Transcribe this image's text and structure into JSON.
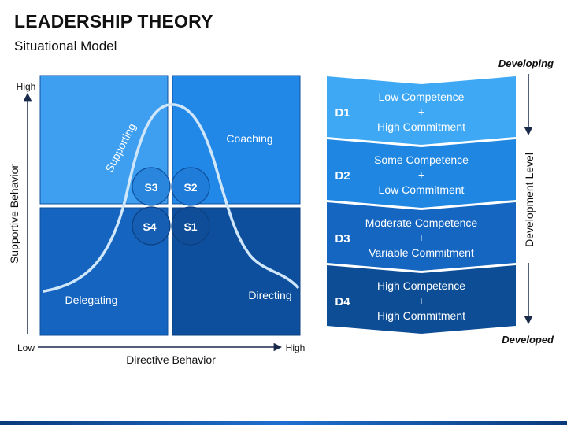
{
  "header": {
    "title": "LEADERSHIP THEORY",
    "subtitle": "Situational Model"
  },
  "matrix": {
    "y_axis_label": "Supportive Behavior",
    "y_high": "High",
    "x_axis_label": "Directive Behavior",
    "x_low": "Low",
    "x_high": "High",
    "curve_label": "Supporting",
    "quadrants": {
      "coaching": "Coaching",
      "delegating": "Delegating",
      "directing": "Directing"
    },
    "styles": [
      "S3",
      "S2",
      "S4",
      "S1"
    ],
    "colors": {
      "top_left": "#3e9ff0",
      "top_right": "#2188e8",
      "bottom_left": "#1565c0",
      "bottom_right": "#0d4f9c"
    }
  },
  "development": {
    "top_label": "Developing",
    "bottom_label": "Developed",
    "axis_label": "Development Level",
    "levels": [
      {
        "id": "D1",
        "line1": "Low Competence",
        "plus": "+",
        "line2": "High Commitment",
        "color": "#3fa8f4"
      },
      {
        "id": "D2",
        "line1": "Some Competence",
        "plus": "+",
        "line2": "Low Commitment",
        "color": "#1f86e2"
      },
      {
        "id": "D3",
        "line1": "Moderate Competence",
        "plus": "+",
        "line2": "Variable Commitment",
        "color": "#1466c0"
      },
      {
        "id": "D4",
        "line1": "High Competence",
        "plus": "+",
        "line2": "High Commitment",
        "color": "#0d4d96"
      }
    ]
  }
}
